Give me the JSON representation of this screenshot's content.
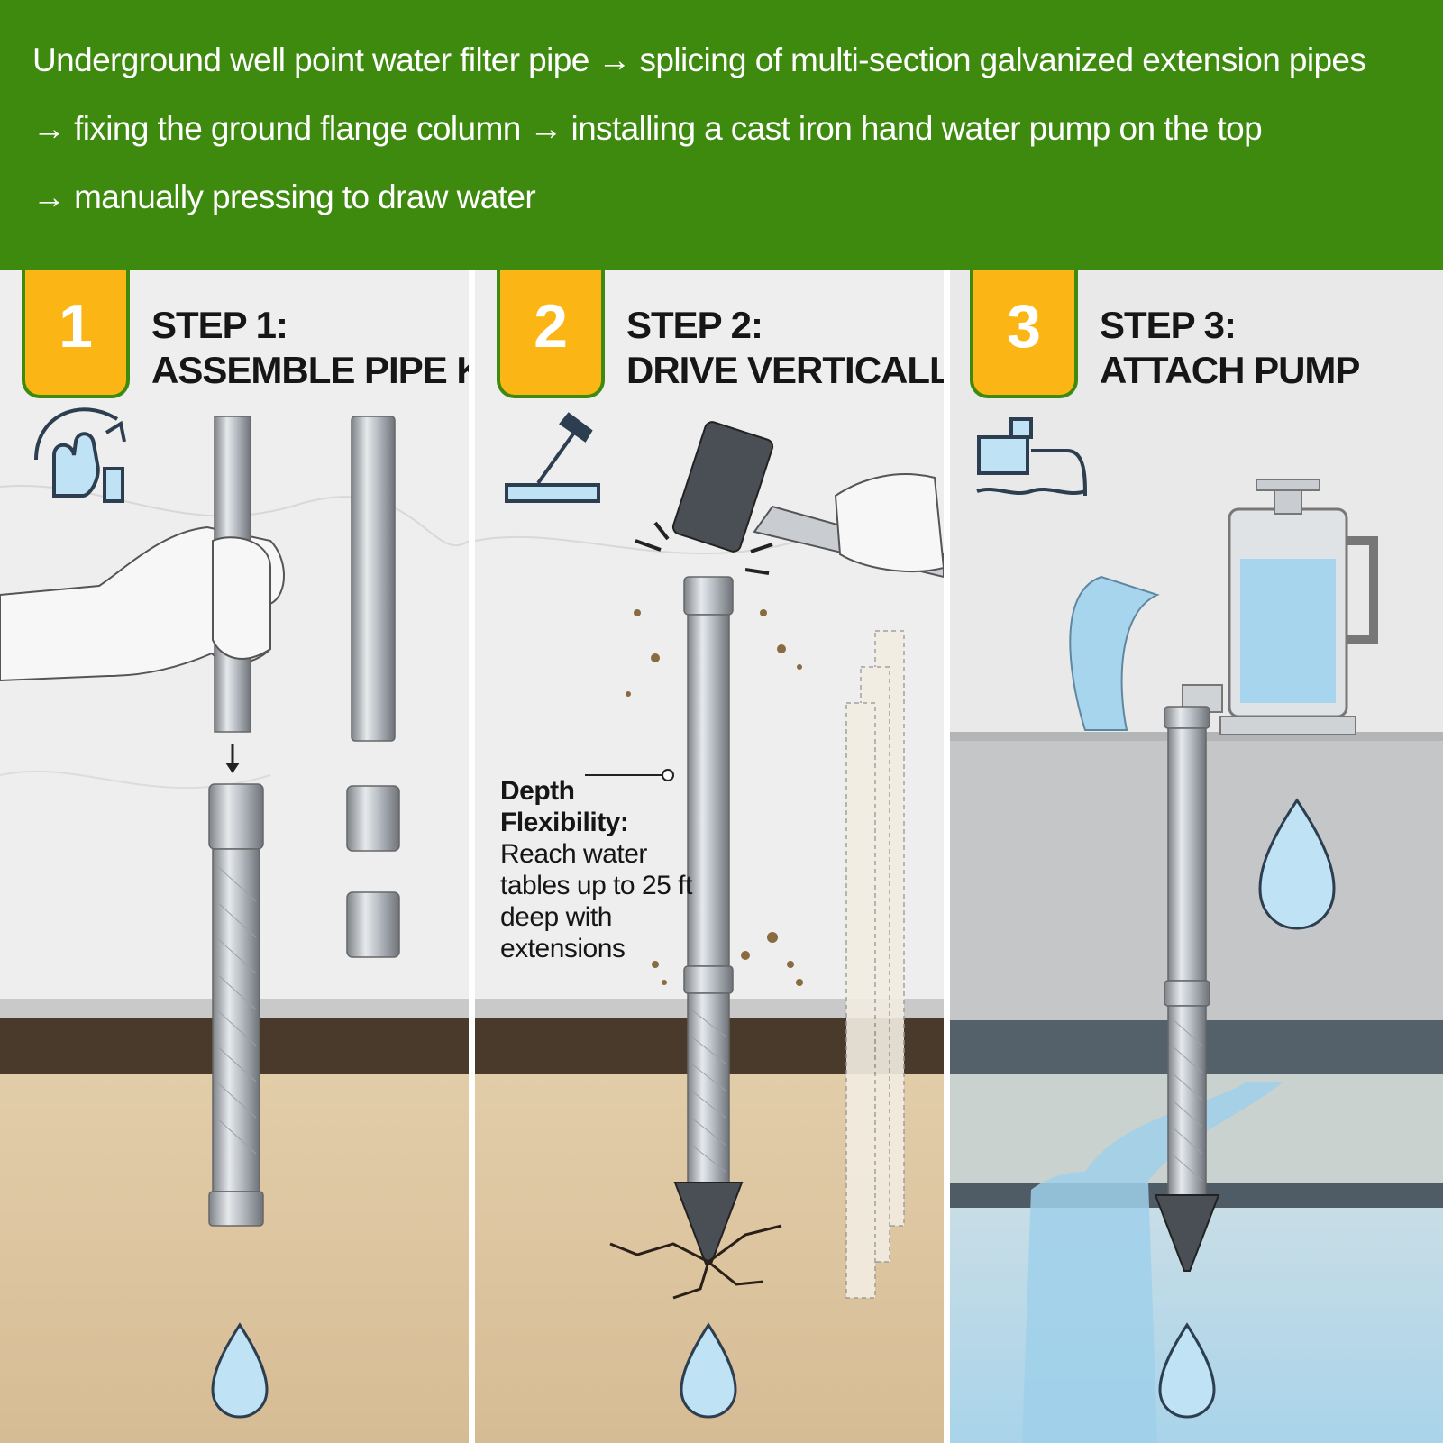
{
  "banner": {
    "line1": "Underground well point water filter pipe → splicing of multi-section galvanized extension pipes",
    "line2": "→ fixing the ground flange column → installing a cast iron hand water pump on the top",
    "line3": "→ manually pressing to draw water"
  },
  "steps": [
    {
      "number": "1",
      "title_line1": "STEP 1:",
      "title_line2": "ASSEMBLE PIPE KIT"
    },
    {
      "number": "2",
      "title_line1": "STEP 2:",
      "title_line2": "DRIVE VERTICALLY"
    },
    {
      "number": "3",
      "title_line1": "STEP 3:",
      "title_line2": "ATTACH PUMP"
    }
  ],
  "depth_note": {
    "heading_line1": "Depth",
    "heading_line2": "Flexibility:",
    "body": "Reach water tables up to 25 ft deep with extensions"
  },
  "colors": {
    "banner_green": "#3d8a0f",
    "badge_yellow": "#fbb615",
    "water_blue": "#bfe3f4",
    "soil_dark": "#4a3a2c",
    "sand": "#dcc7a6"
  },
  "icons": [
    "hand-wash-icon",
    "hammer-level-icon",
    "pump-water-icon",
    "water-drop-icon"
  ]
}
